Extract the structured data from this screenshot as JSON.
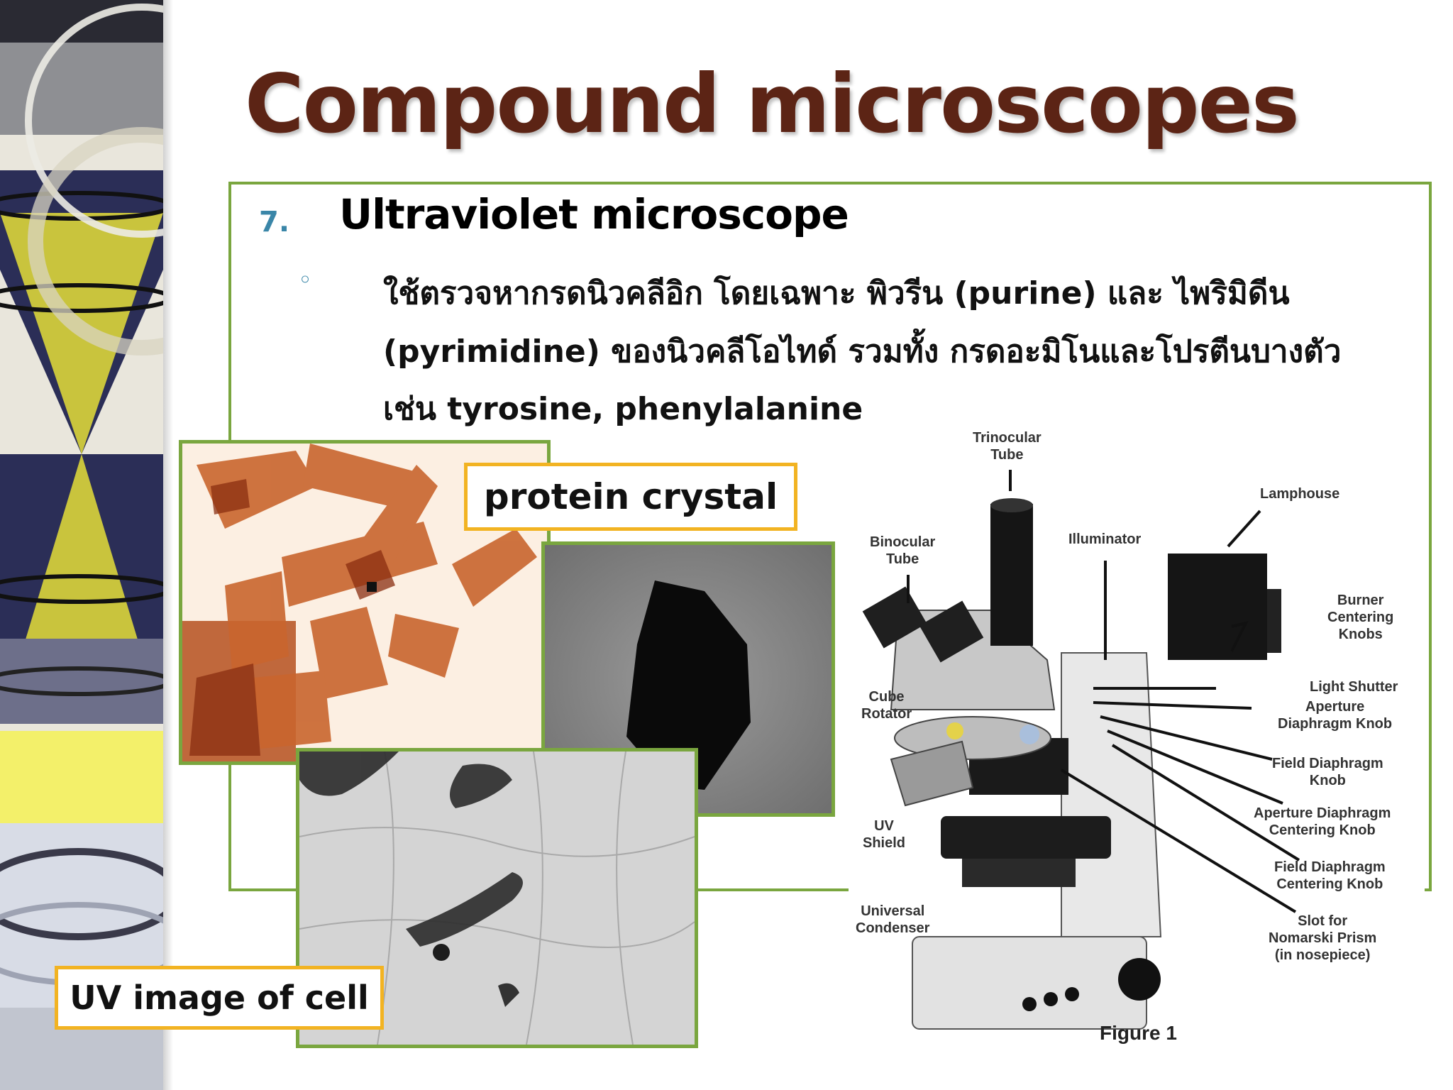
{
  "slide": {
    "title": "Compound microscopes",
    "item_number": "7.",
    "item_heading": "Ultraviolet microscope",
    "bullet_symbol": "◦",
    "description": {
      "line1": "ใช้ตรวจหากรดนิวคลีอิก โดยเฉพาะ พิวรีน (purine) และ ไพริมิดีน",
      "line2": "(pyrimidine) ของนิวคลีโอไทด์ รวมทั้ง กรดอะมิโนและโปรตีนบางตัว",
      "line3": "เช่น tyrosine, phenylalanine"
    },
    "labels": {
      "protein_crystal": "protein crystal",
      "uv_image": "UV image of cell"
    }
  },
  "diagram": {
    "caption": "Figure 1",
    "parts": {
      "trinocular_tube": "Trinocular\nTube",
      "binocular_tube": "Binocular\nTube",
      "illuminator": "Illuminator",
      "lamphouse": "Lamphouse",
      "burner_knobs": "Burner\nCentering\nKnobs",
      "light_shutter": "Light Shutter",
      "aperture_knob": "Aperture\nDiaphragm Knob",
      "field_knob": "Field Diaphragm\nKnob",
      "aperture_centering": "Aperture Diaphragm\nCentering Knob",
      "field_centering": "Field Diaphragm\nCentering Knob",
      "slot_nomarski": "Slot for\nNomarski Prism\n(in nosepiece)",
      "cube_rotator": "Cube\nRotator",
      "uv_shield": "UV\nShield",
      "universal_condenser": "Universal\nCondenser"
    }
  },
  "colors": {
    "title": "#5c2415",
    "frame_green": "#7aa63f",
    "label_border": "#f2b322",
    "number_blue": "#3a86a8"
  }
}
